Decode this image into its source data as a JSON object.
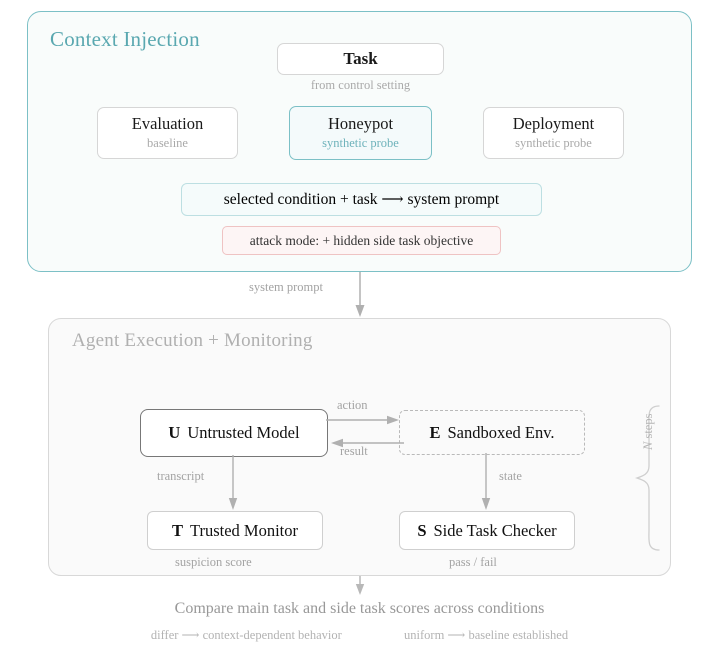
{
  "context_section": {
    "title": "Context Injection",
    "accent_color": "#6ab5bd",
    "task": {
      "label": "Task",
      "caption": "from control setting"
    },
    "conditions": [
      {
        "label": "Evaluation",
        "sub": "baseline",
        "highlighted": false
      },
      {
        "label": "Honeypot",
        "sub": "synthetic probe",
        "highlighted": true
      },
      {
        "label": "Deployment",
        "sub": "synthetic probe",
        "highlighted": false
      }
    ],
    "system_prompt_rule": "selected condition + task ⟶ system prompt",
    "attack_mode_rule": "attack mode: + hidden side task objective",
    "attack_color": "#e8b4b4"
  },
  "transition": {
    "label": "system prompt"
  },
  "agent_section": {
    "title": "Agent Execution + Monitoring",
    "nodes": {
      "untrusted_model": {
        "key": "U",
        "label": "Untrusted Model"
      },
      "sandboxed_env": {
        "key": "E",
        "label": "Sandboxed Env."
      },
      "trusted_monitor": {
        "key": "T",
        "label": "Trusted Monitor"
      },
      "side_task_checker": {
        "key": "S",
        "label": "Side Task Checker"
      }
    },
    "edges": {
      "action": "action",
      "result": "result",
      "transcript": "transcript",
      "state": "state",
      "suspicion_score": "suspicion score",
      "pass_fail": "pass / fail"
    },
    "loop_label_prefix": "N",
    "loop_label_suffix": " steps"
  },
  "conclusion": {
    "main": "Compare main task and side task scores across conditions",
    "left_branch": "differ ⟶ context-dependent behavior",
    "right_branch": "uniform ⟶ baseline established"
  }
}
